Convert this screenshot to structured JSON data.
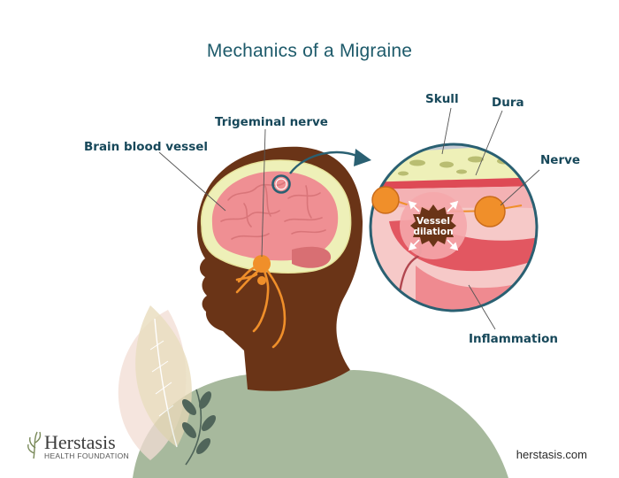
{
  "title": "Mechanics of a Migraine",
  "labels": {
    "brain_blood_vessel": "Brain blood vessel",
    "trigeminal_nerve": "Trigeminal nerve",
    "skull": "Skull",
    "dura": "Dura",
    "nerve": "Nerve",
    "vessel_dilation_line1": "Vessel",
    "vessel_dilation_line2": "dilation",
    "inflammation": "Inflammation"
  },
  "footer": {
    "logo_name": "Herstasis",
    "logo_tagline": "HEALTH FOUNDATION",
    "website": "herstasis.com"
  },
  "colors": {
    "title": "#1d5a6a",
    "label": "#17485a",
    "skin": "#6a3417",
    "brain": "#ef8f93",
    "skull_band": "#eef0b8",
    "nerve": "#f08f2a",
    "shirt": "#a7b99d",
    "accent_teal": "#2a6072"
  },
  "icons": [
    "leaf-decoration",
    "herstasis-logo-icon",
    "arrow-icon"
  ]
}
